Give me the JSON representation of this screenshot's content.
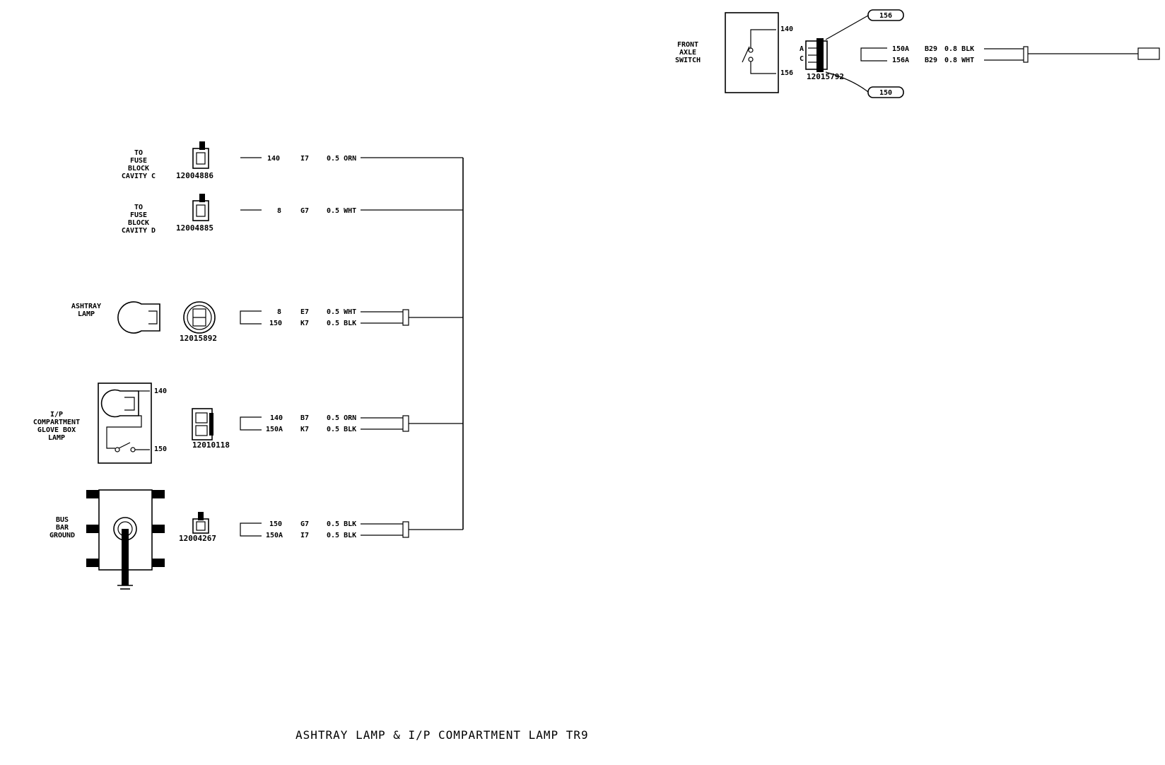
{
  "title": "ASHTRAY LAMP & I/P COMPARTMENT LAMP TR9",
  "front_axle": {
    "label": [
      "FRONT",
      "AXLE",
      "SWITCH"
    ],
    "pin_top": "140",
    "pin_bottom": "156",
    "connector": "12015792",
    "pin_a": "A",
    "pin_b": "C",
    "tag_top": "156",
    "tag_bottom": "150",
    "wires": [
      {
        "circuit": "150A",
        "cavity": "B29",
        "spec": "0.8 BLK"
      },
      {
        "circuit": "156A",
        "cavity": "B29",
        "spec": "0.8 WHT"
      }
    ]
  },
  "fuse_c": {
    "label": [
      "TO",
      "FUSE",
      "BLOCK",
      "CAVITY C"
    ],
    "connector": "12004886",
    "wire": {
      "circuit": "140",
      "cavity": "I7",
      "spec": "0.5 ORN"
    }
  },
  "fuse_d": {
    "label": [
      "TO",
      "FUSE",
      "BLOCK",
      "CAVITY D"
    ],
    "connector": "12004885",
    "wire": {
      "circuit": "8",
      "cavity": "G7",
      "spec": "0.5 WHT"
    }
  },
  "ashtray": {
    "label": [
      "ASHTRAY",
      "LAMP"
    ],
    "connector": "12015892",
    "wires": [
      {
        "circuit": "8",
        "cavity": "E7",
        "spec": "0.5 WHT"
      },
      {
        "circuit": "150",
        "cavity": "K7",
        "spec": "0.5 BLK"
      }
    ]
  },
  "glovebox": {
    "label": [
      "I/P",
      "COMPARTMENT",
      "GLOVE BOX",
      "LAMP"
    ],
    "pin_top": "140",
    "pin_bottom": "150",
    "connector": "12010118",
    "wires": [
      {
        "circuit": "140",
        "cavity": "B7",
        "spec": "0.5 ORN"
      },
      {
        "circuit": "150A",
        "cavity": "K7",
        "spec": "0.5 BLK"
      }
    ]
  },
  "busbar": {
    "label": [
      "BUS",
      "BAR",
      "GROUND"
    ],
    "connector": "12004267",
    "wires": [
      {
        "circuit": "150",
        "cavity": "G7",
        "spec": "0.5 BLK"
      },
      {
        "circuit": "150A",
        "cavity": "I7",
        "spec": "0.5 BLK"
      }
    ]
  }
}
